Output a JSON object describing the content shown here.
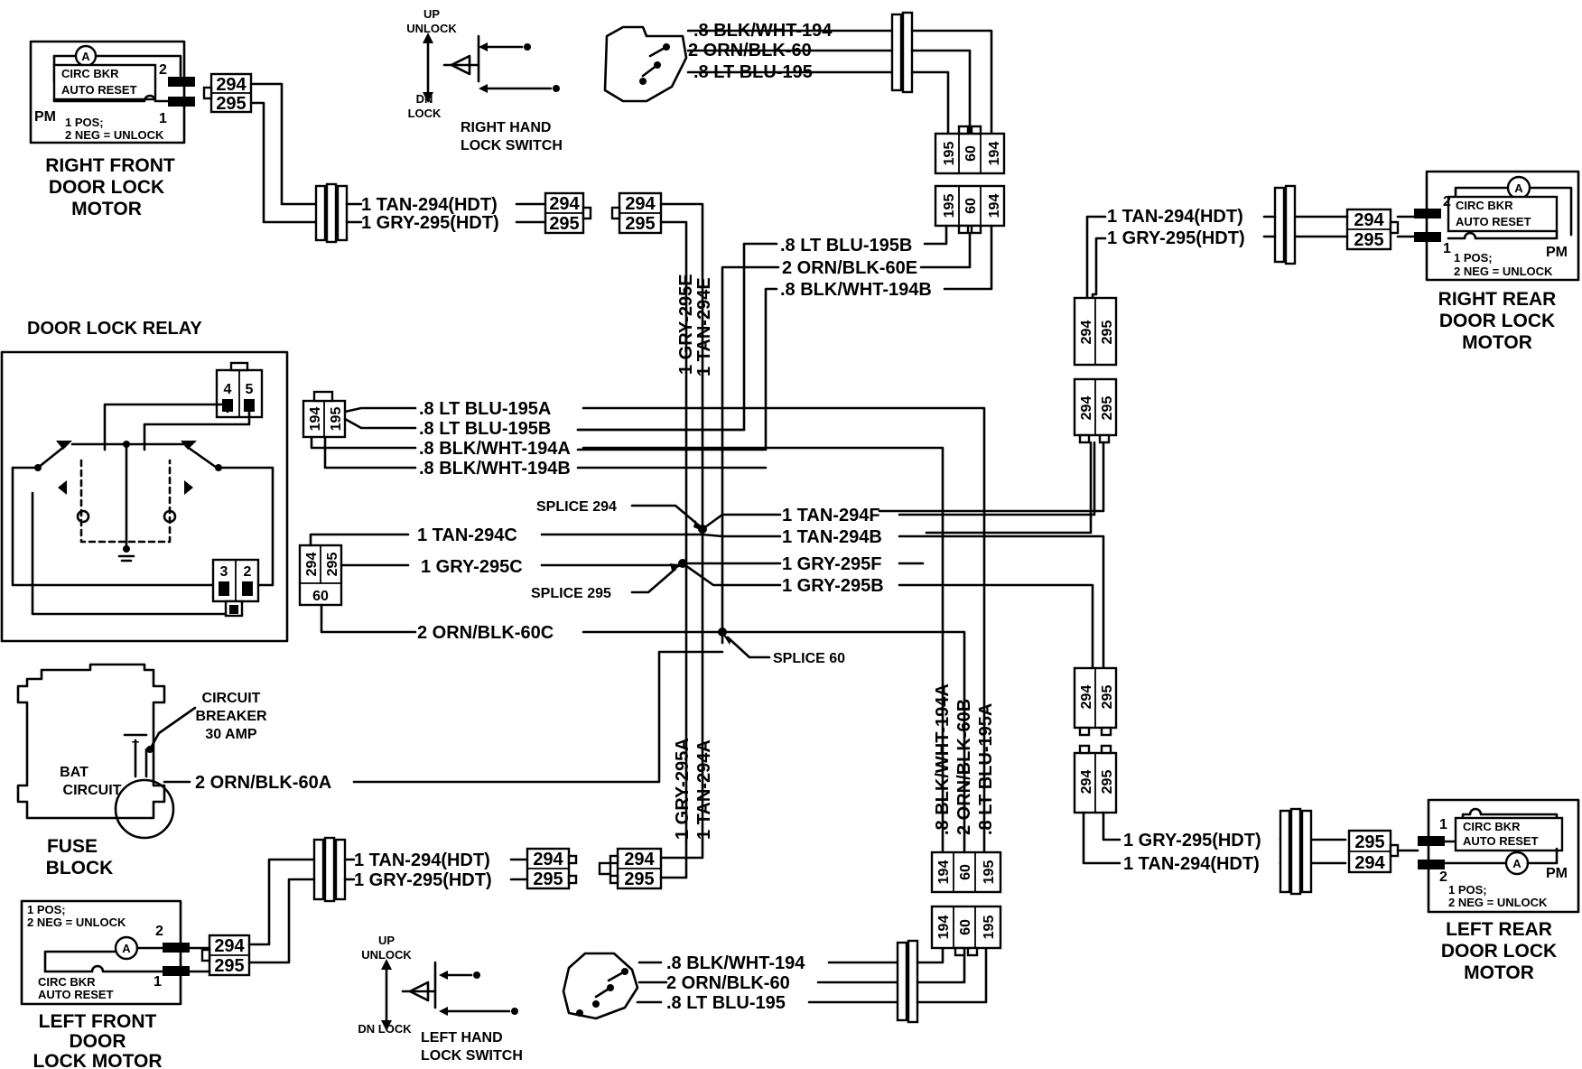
{
  "colors": {
    "ink": "#000000",
    "paper": "#ffffff"
  },
  "titles": {
    "rf_1": "RIGHT FRONT",
    "rf_2": "DOOR LOCK",
    "rf_3": "MOTOR",
    "rr_1": "RIGHT REAR",
    "rr_2": "DOOR LOCK",
    "rr_3": "MOTOR",
    "lf_1": "LEFT FRONT",
    "lf_2": "DOOR",
    "lf_3": "LOCK MOTOR",
    "lr_1": "LEFT REAR",
    "lr_2": "DOOR LOCK",
    "lr_3": "MOTOR",
    "relay": "DOOR LOCK RELAY",
    "rh_sw_1": "RIGHT  HAND",
    "rh_sw_2": "LOCK  SWITCH",
    "lh_sw_1": "LEFT HAND",
    "lh_sw_2": "LOCK SWITCH",
    "fuse_1": "FUSE",
    "fuse_2": "BLOCK"
  },
  "motor_box": {
    "circ_bkr": "CIRC BKR",
    "auto_reset": "AUTO RESET",
    "pm": "PM",
    "pos": "1 POS;",
    "neg": "2 NEG = UNLOCK",
    "pin1": "1",
    "pin2": "2",
    "ammeter": "A"
  },
  "switch": {
    "up": "UP",
    "unlock": "UNLOCK",
    "dn": "DN",
    "lock": "LOCK",
    "dn_lock": "DN LOCK"
  },
  "fuse_block": {
    "circuit_breaker_1": "CIRCUIT",
    "circuit_breaker_2": "BREAKER",
    "circuit_breaker_3": "30 AMP",
    "bat_1": "BAT",
    "bat_2": "CIRCUIT",
    "term": "T"
  },
  "relay_pins": {
    "p4": "4",
    "p5": "5",
    "p3": "3",
    "p2": "2"
  },
  "connectors": {
    "c294": "294",
    "c295": "295",
    "c194": "194",
    "c195": "195",
    "c60": "60"
  },
  "splices": {
    "s294": "SPLICE 294",
    "s295": "SPLICE 295",
    "s60": "SPLICE 60"
  },
  "wires": {
    "rh_194": ".8 BLK/WHT-194",
    "rh_60": "2 ORN/BLK-60",
    "rh_195": ".8 LT BLU-195",
    "rf_294": "1 TAN-294(HDT)",
    "rf_295": "1 GRY-295(HDT)",
    "rr_294": "1 TAN-294(HDT)",
    "rr_295": "1 GRY-295(HDT)",
    "w195b_top": ".8 LT BLU-195B",
    "w60e": "2 ORN/BLK-60E",
    "w194b_top": ".8 BLK/WHT-194B",
    "w295e": "1 GRY-295E",
    "w294e": "1 TAN-294E",
    "w195a": ".8 LT BLU-195A",
    "w195b": ".8 LT BLU-195B",
    "w194a": ".8 BLK/WHT-194A",
    "w194b": ".8 BLK/WHT-194B",
    "w294c": "1 TAN-294C",
    "w295c": "1 GRY-295C",
    "w60c": "2 ORN/BLK-60C",
    "w294f": "1 TAN-294F",
    "w294b": "1 TAN-294B",
    "w295f": "1 GRY-295F",
    "w295b": "1 GRY-295B",
    "w60a": "2 ORN/BLK-60A",
    "w295a": "1 GRY-295A",
    "w294a": "1 TAN-294A",
    "v194a": ".8 BLK/WHT-194A",
    "v60b": "2 ORN/BLK-60B",
    "v195a": ".8 LT BLU-195A",
    "lf_294": "1 TAN-294(HDT)",
    "lf_295": "1 GRY-295(HDT)",
    "lh_194": ".8 BLK/WHT-194",
    "lh_60": "2 ORN/BLK-60",
    "lh_195": ".8 LT BLU-195",
    "lr_295": "1 GRY-295(HDT)",
    "lr_294": "1 TAN-294(HDT)"
  }
}
